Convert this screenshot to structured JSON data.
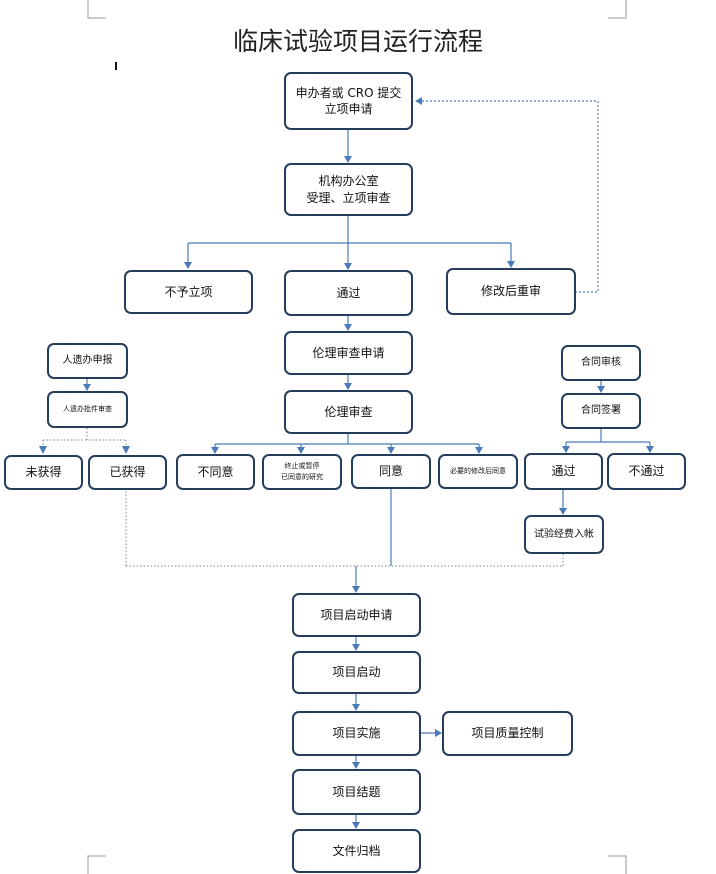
{
  "title": "临床试验项目运行流程",
  "nodes": {
    "submit": "申办者或 CRO 提交\n立项申请",
    "office_review": "机构办公室\n受理、立项审查",
    "not_approved": "不予立项",
    "passed": "通过",
    "revise": "修改后重审",
    "ethics_apply": "伦理审查申请",
    "ethics_review": "伦理审查",
    "disagree": "不同意",
    "terminate": "终止或暂停\n已同意的研究",
    "agree": "同意",
    "agree_after_revise": "必要的修改后同意",
    "hgr_report": "人遗办申报",
    "hgr_review": "人遗办批件审查",
    "not_obtained": "未获得",
    "obtained": "已获得",
    "contract_review": "合同审核",
    "contract_sign": "合同签署",
    "contract_pass": "通过",
    "contract_fail": "不通过",
    "funds": "试验经费入帐",
    "start_apply": "项目启动申请",
    "start": "项目启动",
    "implement": "项目实施",
    "quality": "项目质量控制",
    "conclude": "项目结题",
    "archive": "文件归档"
  },
  "colors": {
    "border": "#253d5c",
    "arrow": "#4a7ab8",
    "dotted": "#7a8699"
  }
}
